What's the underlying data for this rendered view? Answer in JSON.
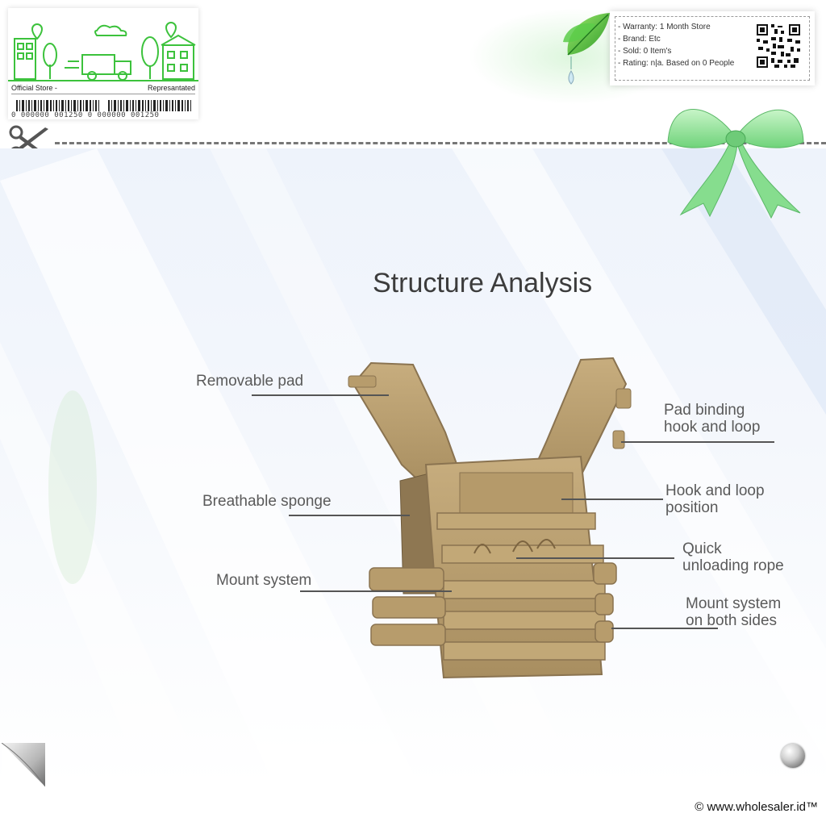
{
  "store_badge": {
    "left_label": "Official Store -",
    "right_label": "Represantated",
    "barcode_text": "0 000000 001250 0  000000 001250"
  },
  "info_card": {
    "lines": [
      "- Warranty: 1 Month Store",
      "- Brand: Etc",
      "- Sold: 0 Item's",
      "- Rating: n|a. Based on 0 People"
    ]
  },
  "main": {
    "title": "Structure Analysis",
    "labels": {
      "removable_pad": "Removable pad",
      "breathable_sponge": "Breathable sponge",
      "mount_system": "Mount system",
      "pad_binding_1": "Pad binding",
      "pad_binding_2": "hook and loop",
      "hook_loop_1": "Hook and loop",
      "hook_loop_2": "position",
      "quick_1": "Quick",
      "quick_2": "unloading rope",
      "mount_sides_1": "Mount system",
      "mount_sides_2": "on both sides"
    }
  },
  "footer": {
    "copyright": "© www.wholesaler.id™"
  },
  "colors": {
    "accent_green": "#3cc23c",
    "vest_tan": "#b59a6c",
    "panel_blue": "#dfe8f8"
  },
  "icons": [
    "scissors-icon",
    "leaf-icon",
    "qr-code-icon",
    "bow-icon",
    "page-curl-icon",
    "metal-button-icon"
  ]
}
